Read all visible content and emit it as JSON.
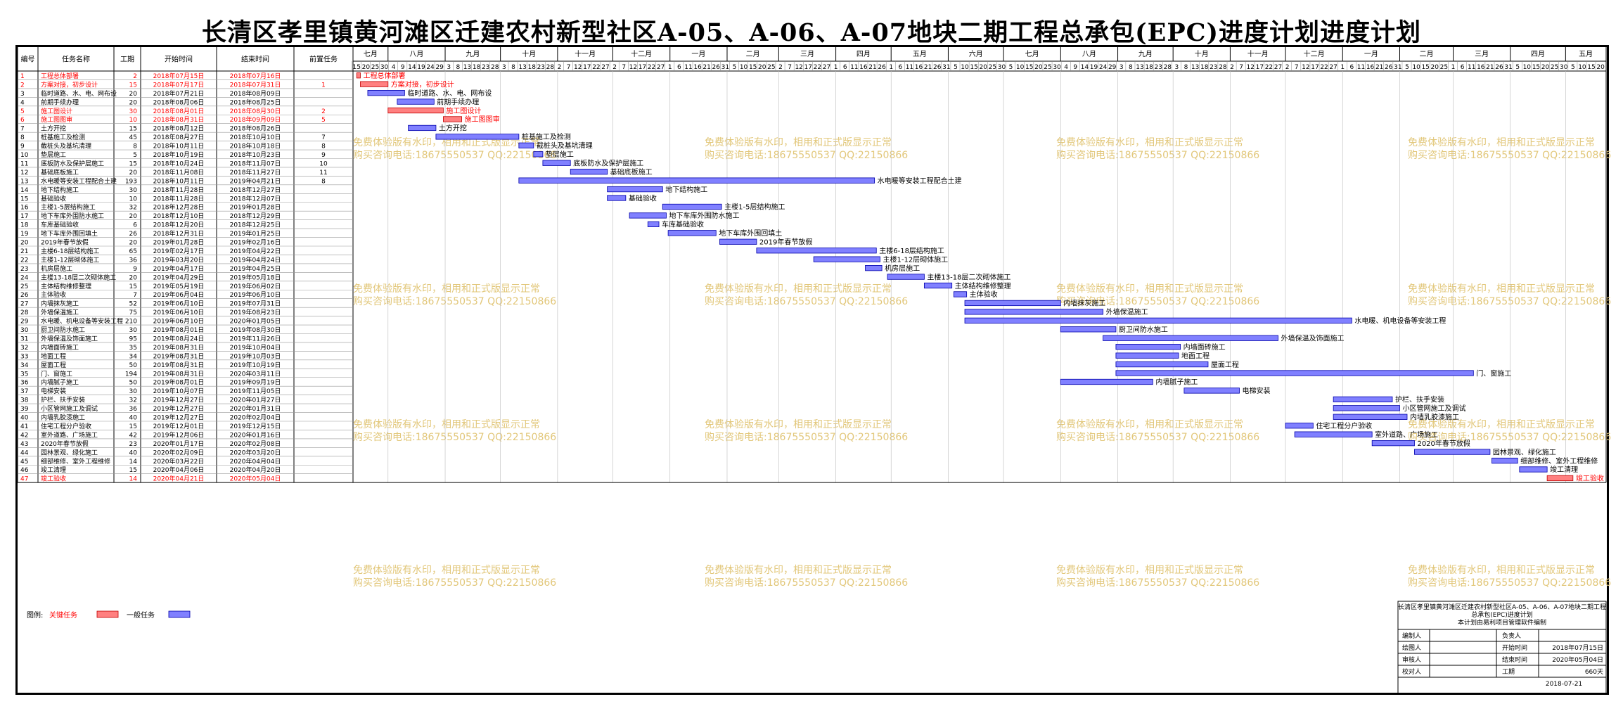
{
  "title": "长清区孝里镇黄河滩区迁建农村新型社区A-05、A-06、A-07地块二期工程总承包(EPC)进度计划进度计划",
  "columns": [
    "编号",
    "任务名称",
    "工期",
    "开始时间",
    "结束时间",
    "前置任务"
  ],
  "months": [
    {
      "label": "七月",
      "days": [
        "15",
        "20",
        "25",
        "30"
      ]
    },
    {
      "label": "八月",
      "days": [
        "4",
        "9",
        "14",
        "19",
        "24",
        "29"
      ]
    },
    {
      "label": "九月",
      "days": [
        "3",
        "8",
        "13",
        "18",
        "23",
        "28"
      ]
    },
    {
      "label": "十月",
      "days": [
        "3",
        "8",
        "13",
        "18",
        "23",
        "28"
      ]
    },
    {
      "label": "十一月",
      "days": [
        "2",
        "7",
        "12",
        "17",
        "22",
        "27"
      ]
    },
    {
      "label": "十二月",
      "days": [
        "2",
        "7",
        "12",
        "17",
        "22",
        "27"
      ]
    },
    {
      "label": "一月",
      "days": [
        "1",
        "6",
        "11",
        "16",
        "21",
        "26",
        "31"
      ]
    },
    {
      "label": "二月",
      "days": [
        "5",
        "10",
        "15",
        "20",
        "25"
      ]
    },
    {
      "label": "三月",
      "days": [
        "2",
        "7",
        "12",
        "17",
        "22",
        "27"
      ]
    },
    {
      "label": "四月",
      "days": [
        "1",
        "6",
        "11",
        "16",
        "21",
        "26"
      ]
    },
    {
      "label": "五月",
      "days": [
        "1",
        "6",
        "11",
        "16",
        "21",
        "26",
        "31"
      ]
    },
    {
      "label": "六月",
      "days": [
        "5",
        "10",
        "15",
        "20",
        "25",
        "30"
      ]
    },
    {
      "label": "七月",
      "days": [
        "5",
        "10",
        "15",
        "20",
        "25",
        "30"
      ]
    },
    {
      "label": "八月",
      "days": [
        "4",
        "9",
        "14",
        "19",
        "24",
        "29"
      ]
    },
    {
      "label": "九月",
      "days": [
        "3",
        "8",
        "13",
        "18",
        "23",
        "28"
      ]
    },
    {
      "label": "十月",
      "days": [
        "3",
        "8",
        "13",
        "18",
        "23",
        "28"
      ]
    },
    {
      "label": "十一月",
      "days": [
        "2",
        "7",
        "12",
        "17",
        "22",
        "27"
      ]
    },
    {
      "label": "十二月",
      "days": [
        "2",
        "7",
        "12",
        "17",
        "22",
        "27"
      ]
    },
    {
      "label": "一月",
      "days": [
        "1",
        "6",
        "11",
        "16",
        "21",
        "26",
        "31"
      ]
    },
    {
      "label": "二月",
      "days": [
        "5",
        "10",
        "15",
        "20",
        "25"
      ]
    },
    {
      "label": "三月",
      "days": [
        "1",
        "6",
        "11",
        "16",
        "21",
        "26",
        "31"
      ]
    },
    {
      "label": "四月",
      "days": [
        "5",
        "10",
        "15",
        "20",
        "25",
        "30"
      ]
    },
    {
      "label": "五月",
      "days": [
        "5",
        "10",
        "15",
        "20"
      ]
    }
  ],
  "chart_data": {
    "type": "gantt",
    "timeline_start": "2018-07-13",
    "timeline_end": "2020-05-23",
    "tasks": [
      {
        "id": "1",
        "name": "工程总体部署",
        "duration": "2",
        "start": "2018年07月15日",
        "end": "2018年07月16日",
        "pred": "",
        "critical": true,
        "label": "工程总体部署"
      },
      {
        "id": "2",
        "name": "方案对接，初步设计",
        "duration": "15",
        "start": "2018年07月17日",
        "end": "2018年07月31日",
        "pred": "1",
        "critical": true,
        "label": "方案对接，初步设计"
      },
      {
        "id": "3",
        "name": "临时道路、水、电、网布设",
        "duration": "20",
        "start": "2018年07月21日",
        "end": "2018年08月09日",
        "pred": "",
        "critical": false,
        "label": "临时道路、水、电、网布设"
      },
      {
        "id": "4",
        "name": "前期手续办理",
        "duration": "20",
        "start": "2018年08月06日",
        "end": "2018年08月25日",
        "pred": "",
        "critical": false,
        "label": "前期手续办理"
      },
      {
        "id": "5",
        "name": "施工图设计",
        "duration": "30",
        "start": "2018年08月01日",
        "end": "2018年08月30日",
        "pred": "2",
        "critical": true,
        "label": "施工图设计"
      },
      {
        "id": "6",
        "name": "施工图图审",
        "duration": "10",
        "start": "2018年08月31日",
        "end": "2018年09月09日",
        "pred": "5",
        "critical": true,
        "label": "施工图图审"
      },
      {
        "id": "7",
        "name": "土方开挖",
        "duration": "15",
        "start": "2018年08月12日",
        "end": "2018年08月26日",
        "pred": "",
        "critical": false,
        "label": "土方开挖"
      },
      {
        "id": "8",
        "name": "桩基施工及检测",
        "duration": "45",
        "start": "2018年08月27日",
        "end": "2018年10月10日",
        "pred": "7",
        "critical": false,
        "label": "桩基施工及检测"
      },
      {
        "id": "9",
        "name": "截桩头及基坑清理",
        "duration": "8",
        "start": "2018年10月11日",
        "end": "2018年10月18日",
        "pred": "8",
        "critical": false,
        "label": "截桩头及基坑清理"
      },
      {
        "id": "10",
        "name": "垫层施工",
        "duration": "5",
        "start": "2018年10月19日",
        "end": "2018年10月23日",
        "pred": "9",
        "critical": false,
        "label": "垫层施工"
      },
      {
        "id": "11",
        "name": "底板防水及保护层施工",
        "duration": "15",
        "start": "2018年10月24日",
        "end": "2018年11月07日",
        "pred": "10",
        "critical": false,
        "label": "底板防水及保护层施工"
      },
      {
        "id": "12",
        "name": "基础底板施工",
        "duration": "20",
        "start": "2018年11月08日",
        "end": "2018年11月27日",
        "pred": "11",
        "critical": false,
        "label": "基础底板施工"
      },
      {
        "id": "13",
        "name": "水电暖等安装工程配合土建",
        "duration": "193",
        "start": "2018年10月11日",
        "end": "2019年04月21日",
        "pred": "8",
        "critical": false,
        "label": "水电暖等安装工程配合土建"
      },
      {
        "id": "14",
        "name": "地下结构施工",
        "duration": "30",
        "start": "2018年11月28日",
        "end": "2018年12月27日",
        "pred": "",
        "critical": false,
        "label": "地下结构施工"
      },
      {
        "id": "15",
        "name": "基础验收",
        "duration": "10",
        "start": "2018年11月28日",
        "end": "2018年12月07日",
        "pred": "",
        "critical": false,
        "label": "基础验收"
      },
      {
        "id": "16",
        "name": "主楼1-5层结构施工",
        "duration": "32",
        "start": "2018年12月28日",
        "end": "2019年01月28日",
        "pred": "",
        "critical": false,
        "label": "主楼1-5层结构施工"
      },
      {
        "id": "17",
        "name": "地下车库外围防水施工",
        "duration": "20",
        "start": "2018年12月10日",
        "end": "2018年12月29日",
        "pred": "",
        "critical": false,
        "label": "地下车库外围防水施工"
      },
      {
        "id": "18",
        "name": "车库基础验收",
        "duration": "6",
        "start": "2018年12月20日",
        "end": "2018年12月25日",
        "pred": "",
        "critical": false,
        "label": "车库基础验收"
      },
      {
        "id": "19",
        "name": "地下车库外围回填土",
        "duration": "26",
        "start": "2018年12月31日",
        "end": "2019年01月25日",
        "pred": "",
        "critical": false,
        "label": "地下车库外围回填土"
      },
      {
        "id": "20",
        "name": "2019年春节放假",
        "duration": "20",
        "start": "2019年01月28日",
        "end": "2019年02月16日",
        "pred": "",
        "critical": false,
        "label": "2019年春节放假"
      },
      {
        "id": "21",
        "name": "主楼6-18层结构施工",
        "duration": "65",
        "start": "2019年02月17日",
        "end": "2019年04月22日",
        "pred": "",
        "critical": false,
        "label": "主楼6-18层结构施工"
      },
      {
        "id": "22",
        "name": "主楼1-12层砌体施工",
        "duration": "36",
        "start": "2019年03月20日",
        "end": "2019年04月24日",
        "pred": "",
        "critical": false,
        "label": "主楼1-12层砌体施工"
      },
      {
        "id": "23",
        "name": "机房层施工",
        "duration": "9",
        "start": "2019年04月17日",
        "end": "2019年04月25日",
        "pred": "",
        "critical": false,
        "label": "机房层施工"
      },
      {
        "id": "24",
        "name": "主楼13-18层二次砌体施工",
        "duration": "20",
        "start": "2019年04月29日",
        "end": "2019年05月18日",
        "pred": "",
        "critical": false,
        "label": "主楼13-18层二次砌体施工"
      },
      {
        "id": "25",
        "name": "主体结构维修整理",
        "duration": "15",
        "start": "2019年05月19日",
        "end": "2019年06月02日",
        "pred": "",
        "critical": false,
        "label": "主体结构维修整理"
      },
      {
        "id": "26",
        "name": "主体验收",
        "duration": "7",
        "start": "2019年06月04日",
        "end": "2019年06月10日",
        "pred": "",
        "critical": false,
        "label": "主体验收"
      },
      {
        "id": "27",
        "name": "内墙抹灰施工",
        "duration": "52",
        "start": "2019年06月10日",
        "end": "2019年07月31日",
        "pred": "",
        "critical": false,
        "label": "内墙抹灰施工"
      },
      {
        "id": "28",
        "name": "外墙保温施工",
        "duration": "75",
        "start": "2019年06月10日",
        "end": "2019年08月23日",
        "pred": "",
        "critical": false,
        "label": "外墙保温施工"
      },
      {
        "id": "29",
        "name": "水电暖、机电设备等安装工程",
        "duration": "210",
        "start": "2019年06月10日",
        "end": "2020年01月05日",
        "pred": "",
        "critical": false,
        "label": "水电暖、机电设备等安装工程"
      },
      {
        "id": "30",
        "name": "厨卫间防水施工",
        "duration": "30",
        "start": "2019年08月01日",
        "end": "2019年08月30日",
        "pred": "",
        "critical": false,
        "label": "厨卫间防水施工"
      },
      {
        "id": "31",
        "name": "外墙保温及饰面施工",
        "duration": "95",
        "start": "2019年08月24日",
        "end": "2019年11月26日",
        "pred": "",
        "critical": false,
        "label": "外墙保温及饰面施工"
      },
      {
        "id": "32",
        "name": "内墙面砖施工",
        "duration": "35",
        "start": "2019年08月31日",
        "end": "2019年10月04日",
        "pred": "",
        "critical": false,
        "label": "内墙面砖施工"
      },
      {
        "id": "33",
        "name": "地面工程",
        "duration": "34",
        "start": "2019年08月31日",
        "end": "2019年10月03日",
        "pred": "",
        "critical": false,
        "label": "地面工程"
      },
      {
        "id": "34",
        "name": "屋面工程",
        "duration": "50",
        "start": "2019年08月31日",
        "end": "2019年10月19日",
        "pred": "",
        "critical": false,
        "label": "屋面工程"
      },
      {
        "id": "35",
        "name": "门、窗施工",
        "duration": "194",
        "start": "2019年08月31日",
        "end": "2020年03月11日",
        "pred": "",
        "critical": false,
        "label": "门、窗施工"
      },
      {
        "id": "36",
        "name": "内墙腻子施工",
        "duration": "50",
        "start": "2019年08月01日",
        "end": "2019年09月19日",
        "pred": "",
        "critical": false,
        "label": "内墙腻子施工"
      },
      {
        "id": "37",
        "name": "电梯安装",
        "duration": "30",
        "start": "2019年10月07日",
        "end": "2019年11月05日",
        "pred": "",
        "critical": false,
        "label": "电梯安装"
      },
      {
        "id": "38",
        "name": "护栏、扶手安装",
        "duration": "32",
        "start": "2019年12月27日",
        "end": "2020年01月27日",
        "pred": "",
        "critical": false,
        "label": "护栏、扶手安装"
      },
      {
        "id": "39",
        "name": "小区管网施工及调试",
        "duration": "36",
        "start": "2019年12月27日",
        "end": "2020年01月31日",
        "pred": "",
        "critical": false,
        "label": "小区管网施工及调试"
      },
      {
        "id": "40",
        "name": "内墙乳胶漆施工",
        "duration": "40",
        "start": "2019年12月27日",
        "end": "2020年02月04日",
        "pred": "",
        "critical": false,
        "label": "内墙乳胶漆施工"
      },
      {
        "id": "41",
        "name": "住宅工程分户验收",
        "duration": "15",
        "start": "2019年12月01日",
        "end": "2019年12月15日",
        "pred": "",
        "critical": false,
        "label": "住宅工程分户验收"
      },
      {
        "id": "42",
        "name": "室外道路、广场施工",
        "duration": "42",
        "start": "2019年12月06日",
        "end": "2020年01月16日",
        "pred": "",
        "critical": false,
        "label": "室外道路、广场施工"
      },
      {
        "id": "43",
        "name": "2020年春节放假",
        "duration": "23",
        "start": "2020年01月17日",
        "end": "2020年02月08日",
        "pred": "",
        "critical": false,
        "label": "2020年春节放假"
      },
      {
        "id": "44",
        "name": "园林景观、绿化施工",
        "duration": "40",
        "start": "2020年02月09日",
        "end": "2020年03月20日",
        "pred": "",
        "critical": false,
        "label": "园林景观、绿化施工"
      },
      {
        "id": "45",
        "name": "细部维修、室外工程维修",
        "duration": "14",
        "start": "2020年03月22日",
        "end": "2020年04月04日",
        "pred": "",
        "critical": false,
        "label": "细部维修、室外工程维修"
      },
      {
        "id": "46",
        "name": "竣工清理",
        "duration": "15",
        "start": "2020年04月06日",
        "end": "2020年04月20日",
        "pred": "",
        "critical": false,
        "label": "竣工清理"
      },
      {
        "id": "47",
        "name": "竣工验收",
        "duration": "14",
        "start": "2020年04月21日",
        "end": "2020年05月04日",
        "pred": "",
        "critical": true,
        "label": "竣工验收"
      }
    ]
  },
  "legend": {
    "title": "图例:",
    "critical": "关键任务",
    "normal": "一般任务"
  },
  "colors": {
    "critical": "#ff8080",
    "critical_text": "#ff0000",
    "normal": "#8080ff",
    "watermark": "#e2c77a"
  },
  "watermark": {
    "line1": "免费体验版有水印，相用和正式版显示正常",
    "line2": "购买咨询电话:18675550537 QQ:22150866"
  },
  "info_box": {
    "title": "长清区孝里镇黄河滩区迁建农村新型社区A-05、A-06、A-07地块二期工程总承包(EPC)进度计划",
    "subtitle": "本计划由易利项目管理软件编制",
    "rows": [
      {
        "l": "编制人",
        "lv": "",
        "r": "负责人",
        "rv": ""
      },
      {
        "l": "绘图人",
        "lv": "",
        "r": "开始时间",
        "rv": "2018年07月15日"
      },
      {
        "l": "审核人",
        "lv": "",
        "r": "结束时间",
        "rv": "2020年05月04日"
      },
      {
        "l": "校对人",
        "lv": "",
        "r": "工期",
        "rv": "660天"
      }
    ],
    "date": "2018-07-21"
  }
}
